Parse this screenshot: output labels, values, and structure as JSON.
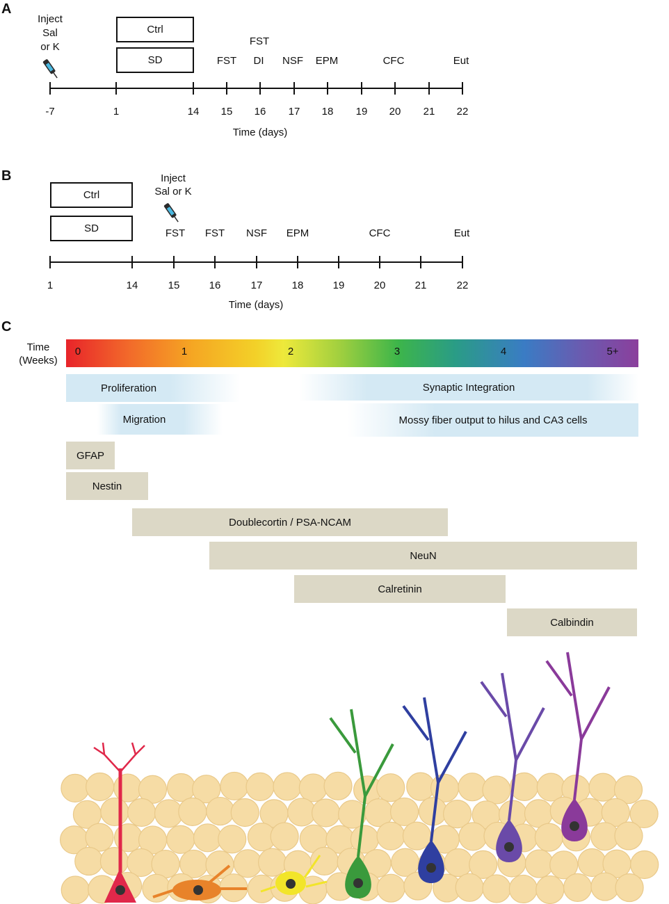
{
  "panelA": {
    "letter": "A",
    "inject_label": "Inject\nSal\nor K",
    "ctrl": "Ctrl",
    "sd": "SD",
    "markers": {
      "fst1": "FST",
      "fst2": "FST",
      "di": "DI",
      "nsf": "NSF",
      "epm": "EPM",
      "cfc": "CFC",
      "eut": "Eut"
    },
    "ticks": [
      "-7",
      "1",
      "14",
      "15",
      "16",
      "17",
      "18",
      "19",
      "20",
      "21",
      "22"
    ],
    "axis_label": "Time (days)"
  },
  "panelB": {
    "letter": "B",
    "inject_label": "Inject\nSal or K",
    "ctrl": "Ctrl",
    "sd": "SD",
    "markers": {
      "fst1": "FST",
      "fst2": "FST",
      "nsf": "NSF",
      "epm": "EPM",
      "cfc": "CFC",
      "eut": "Eut"
    },
    "ticks": [
      "1",
      "14",
      "15",
      "16",
      "17",
      "18",
      "19",
      "20",
      "21",
      "22"
    ],
    "axis_label": "Time (days)"
  },
  "panelC": {
    "letter": "C",
    "time_label": "Time\n(Weeks)",
    "weeks": [
      "0",
      "1",
      "2",
      "3",
      "4",
      "5+"
    ],
    "phases": {
      "proliferation": "Proliferation",
      "migration": "Migration",
      "synaptic": "Synaptic Integration",
      "mossy": "Mossy fiber output to hilus and CA3 cells"
    },
    "markers": {
      "gfap": "GFAP",
      "nestin": "Nestin",
      "dcx": "Doublecortin / PSA-NCAM",
      "neun": "NeuN",
      "calretinin": "Calretinin",
      "calbindin": "Calbindin"
    },
    "cell_colors": [
      "#e0284a",
      "#e8832a",
      "#f2e52a",
      "#3a9a3c",
      "#2f3fa0",
      "#6a4aa8",
      "#8a3a9a"
    ],
    "granule_color": "#f6dca5"
  }
}
